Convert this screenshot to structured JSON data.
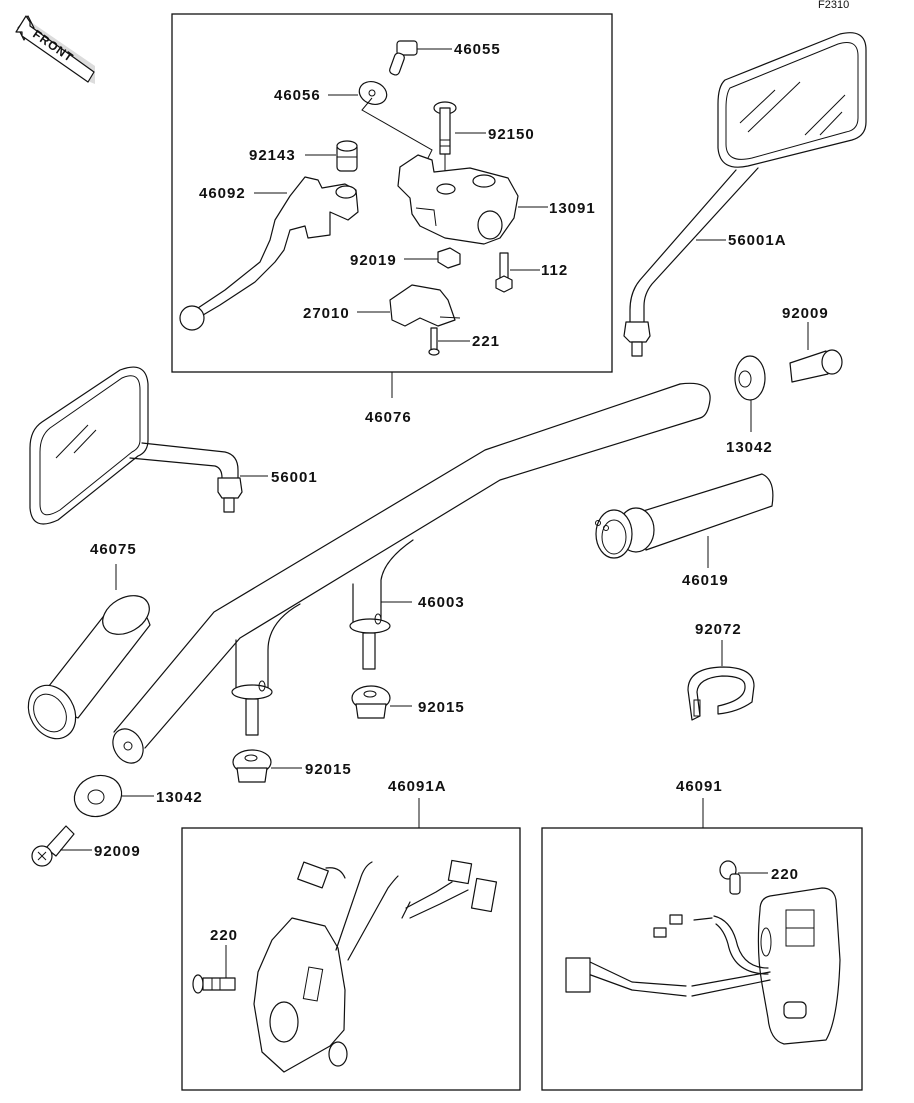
{
  "diagram": {
    "figure_code": "F2310",
    "front_indicator": "FRONT",
    "groups": [
      {
        "id": "46076",
        "label": "46076",
        "description": "lever assembly box"
      },
      {
        "id": "46091A",
        "label": "46091A",
        "description": "left switch assembly box"
      },
      {
        "id": "46091",
        "label": "46091",
        "description": "right switch assembly box"
      }
    ],
    "parts": {
      "p46055": "46055",
      "p46056": "46056",
      "p92150": "92150",
      "p92143": "92143",
      "p46092": "46092",
      "p13091": "13091",
      "p92019": "92019",
      "p112": "112",
      "p27010": "27010",
      "p221": "221",
      "p46076": "46076",
      "p56001A": "56001A",
      "p92009_right": "92009",
      "p13042_right": "13042",
      "p56001": "56001",
      "p46075": "46075",
      "p46019": "46019",
      "p46003": "46003",
      "p92072": "92072",
      "p92015_a": "92015",
      "p92015_b": "92015",
      "p13042_left": "13042",
      "p92009_left": "92009",
      "p46091A": "46091A",
      "p46091": "46091",
      "p220_left": "220",
      "p220_right": "220"
    }
  }
}
